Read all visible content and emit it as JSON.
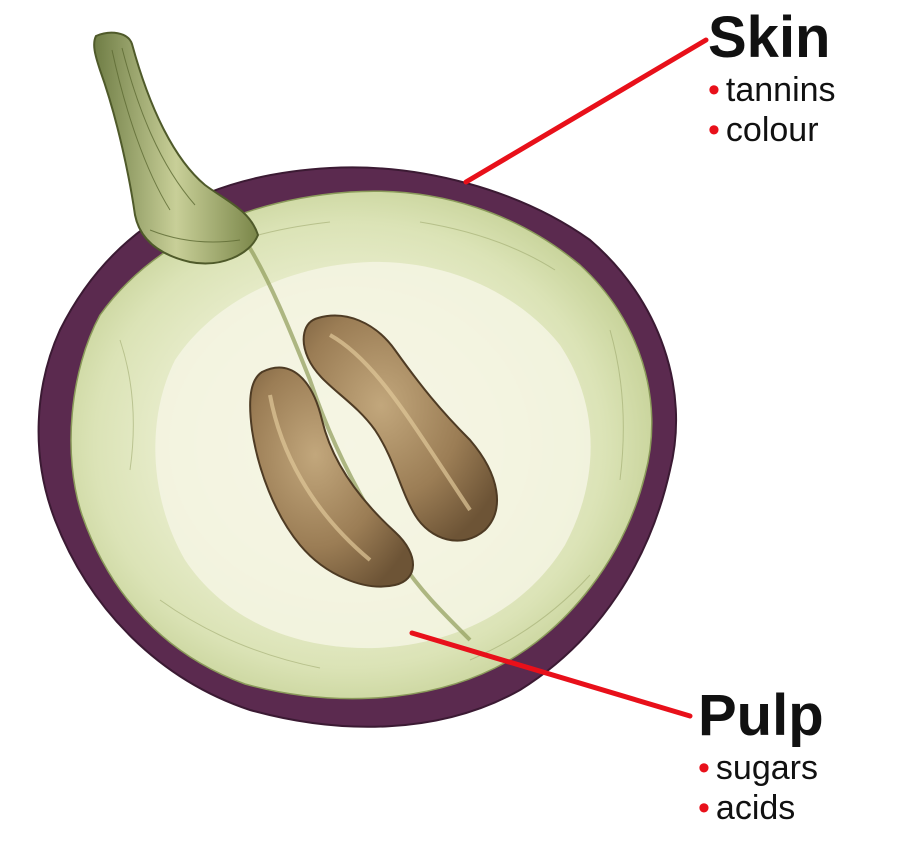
{
  "colors": {
    "leader_line": "#e8101a",
    "skin_purple": "#5b2a4f",
    "pulp_green": "#dfe6bf",
    "seed_brown": "#9a7a52",
    "stem_green": "#7d8a4e"
  },
  "labels": {
    "skin": {
      "title": "Skin",
      "items": [
        "tannins",
        "colour"
      ]
    },
    "pulp": {
      "title": "Pulp",
      "items": [
        "sugars",
        "acids"
      ]
    }
  }
}
